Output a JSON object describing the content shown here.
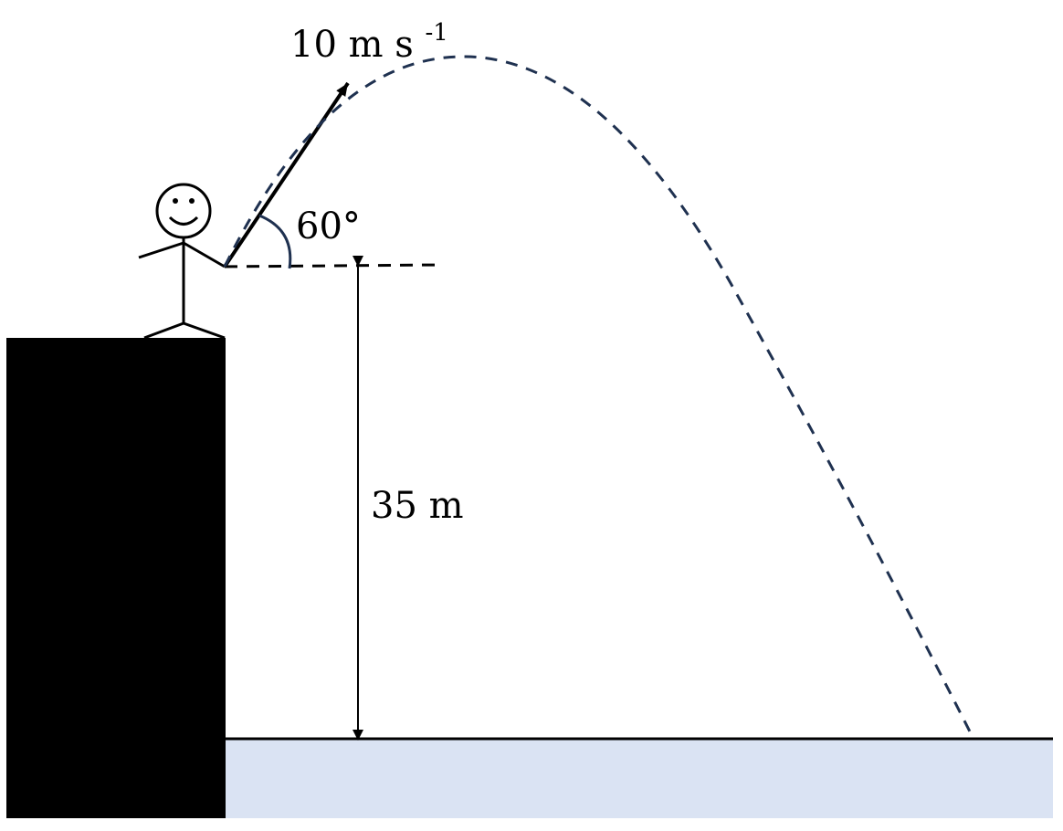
{
  "diagram": {
    "velocity_label": "10 m s",
    "velocity_superscript": "-1",
    "angle_label": "60°",
    "height_label": "35 m",
    "colors": {
      "cliff": "#000000",
      "ground": "#dae3f3",
      "trajectory": "#1f3150",
      "angle_arc": "#1f3150",
      "ink": "#000000"
    }
  }
}
